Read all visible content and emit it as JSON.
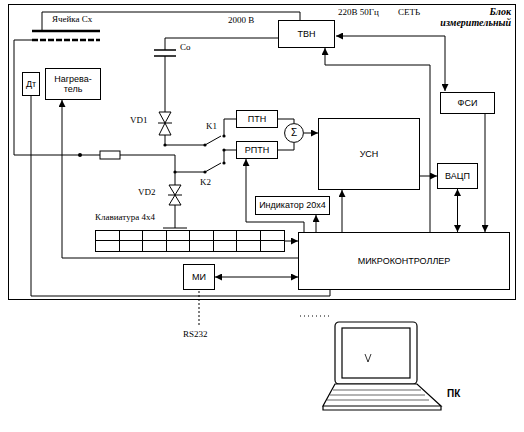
{
  "diagram": {
    "nodes": [
      {
        "text": [
          "Блок измерительный"
        ]
      },
      {
        "text": [
          "Дт"
        ],
        "in": 0
      },
      {
        "text": [
          "Нагрева- тель"
        ],
        "in": 0
      },
      {
        "text": [
          "ТВН"
        ],
        "in": 0
      },
      {
        "text": [
          "ФСИ"
        ],
        "in": 0
      },
      {
        "text": [
          "ПТН"
        ],
        "in": 0
      },
      {
        "text": [
          "РПТН"
        ],
        "in": 0
      },
      {
        "text": [
          "Σ"
        ],
        "in": 0
      },
      {
        "text": [
          "УСН"
        ],
        "in": 0
      },
      {
        "text": [
          "ВАЦП"
        ],
        "in": 0
      },
      {
        "text": [
          "Индикатор 20х4"
        ],
        "in": 0
      },
      {
        "text": [
          "Клавиатура 4х4"
        ],
        "in": 0
      },
      {
        "text": [
          "МИ"
        ],
        "in": 0
      },
      {
        "text": [
          "МИКРОКОНТРОЛЛЕР"
        ],
        "in": 0
      },
      {
        "text": [
          "ПК"
        ]
      }
    ],
    "edges": [
      {
        "from": 13,
        "to": 3,
        "arrow": "to"
      },
      {
        "from": 4,
        "to": 13,
        "arrow": "to"
      },
      {
        "from": 5,
        "to": 7,
        "arrow": "none"
      },
      {
        "from": 6,
        "to": 7,
        "arrow": "none"
      },
      {
        "from": 7,
        "to": 8,
        "arrow": "to"
      },
      {
        "from": 8,
        "to": 9,
        "arrow": "to"
      },
      {
        "from": 9,
        "to": 13,
        "arrow": "both"
      },
      {
        "from": 13,
        "to": 8,
        "arrow": "to"
      },
      {
        "from": 13,
        "to": 6,
        "arrow": "to"
      },
      {
        "from": 13,
        "to": 10,
        "arrow": "to"
      },
      {
        "from": 11,
        "to": 13,
        "arrow": "to"
      },
      {
        "from": 12,
        "to": 13,
        "arrow": "both"
      },
      {
        "from": 13,
        "to": 2,
        "arrow": "to"
      },
      {
        "from": 1,
        "to": 13,
        "arrow": "none"
      }
    ],
    "labels": [
      "Ячейка Сх",
      "2000 В",
      "Cо",
      "220В 50Гц",
      "СЕТЬ",
      "VD1",
      "K1",
      "VD2",
      "K2",
      "RS232"
    ]
  }
}
